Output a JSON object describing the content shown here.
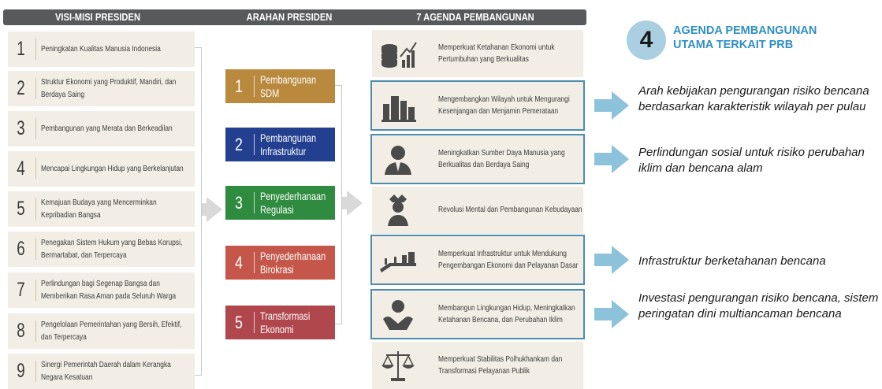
{
  "headers": {
    "visi_misi": "VISI-MISI PRESIDEN",
    "arahan": "ARAHAN PRESIDEN",
    "agenda": "7 AGENDA PEMBANGUNAN"
  },
  "visi_misi": [
    {
      "num": "1",
      "text": "Peningkatan Kualitas Manusia Indonesia"
    },
    {
      "num": "2",
      "text": "Struktur Ekonomi yang Produktif, Mandiri, dan Berdaya Saing"
    },
    {
      "num": "3",
      "text": "Pembangunan yang Merata dan Berkeadilan"
    },
    {
      "num": "4",
      "text": "Mencapai Lingkungan Hidup yang Berkelanjutan"
    },
    {
      "num": "5",
      "text": "Kemajuan Budaya yang Mencerminkan Kepribadian Bangsa"
    },
    {
      "num": "6",
      "text": "Penegakan Sistem Hukum yang Bebas Korupsi, Bermartabat, dan Terpercaya"
    },
    {
      "num": "7",
      "text": "Perlindungan bagi Segenap Bangsa dan Memberikan Rasa Aman pada Seluruh Warga"
    },
    {
      "num": "8",
      "text": "Pengelolaan Pemerintahan yang Bersih, Efektif, dan Terpercaya"
    },
    {
      "num": "9",
      "text": "Sinergi Pemerintah Daerah dalam Kerangka Negara Kesatuan"
    }
  ],
  "arahan": [
    {
      "num": "1",
      "line1": "Pembangunan",
      "line2": "SDM",
      "color": "#b98a3e"
    },
    {
      "num": "2",
      "line1": "Pembangunan",
      "line2": "Infrastruktur",
      "color": "#233f8f"
    },
    {
      "num": "3",
      "line1": "Penyederhanaan",
      "line2": "Regulasi",
      "color": "#2e8b3f"
    },
    {
      "num": "4",
      "line1": "Penyederhanaan",
      "line2": "Birokrasi",
      "color": "#c5574a"
    },
    {
      "num": "5",
      "line1": "Transformasi",
      "line2": "Ekonomi",
      "color": "#b0474d"
    }
  ],
  "agenda": [
    {
      "text": "Memperkuat Ketahanan Ekonomi untuk Pertumbuhan yang Berkualitas",
      "icon": "economy-growth-icon",
      "highlight": false
    },
    {
      "text": "Mengembangkan Wilayah untuk Mengurangi Kesenjangan dan Menjamin Pemerataan",
      "icon": "city-buildings-icon",
      "highlight": true
    },
    {
      "text": "Meningkatkan Sumber Daya Manusia yang Berkualitas dan Berdaya Saing",
      "icon": "person-icon",
      "highlight": true
    },
    {
      "text": "Revolusi Mental dan Pembangunan Kebudayaan",
      "icon": "culture-figure-icon",
      "highlight": false
    },
    {
      "text": "Memperkuat Infrastruktur untuk Mendukung Pengembangan Ekonomi dan Pelayanan Dasar",
      "icon": "infrastructure-icon",
      "highlight": true
    },
    {
      "text": "Membangun Lingkungan Hidup, Meningkatkan Ketahanan Bencana, dan Perubahan Iklim",
      "icon": "environment-hands-icon",
      "highlight": true
    },
    {
      "text": "Memperkuat Stabilitas Polhukhankam dan Transformasi Pelayanan Publik",
      "icon": "justice-scale-icon",
      "highlight": false
    }
  ],
  "prb": {
    "number": "4",
    "title_line1": "AGENDA PEMBANGUNAN",
    "title_line2": "UTAMA TERKAIT PRB"
  },
  "notes": [
    {
      "text": "Arah kebijakan pengurangan risiko bencana berdasarkan karakteristik wilayah per pulau"
    },
    {
      "text": "Perlindungan sosial untuk risiko perubahan iklim dan bencana alam"
    },
    {
      "text": "Infrastruktur berketahanan bencana"
    },
    {
      "text": "Investasi pengurangan risiko bencana, sistem peringatan dini multiancaman bencana"
    }
  ],
  "colors": {
    "header": "#58595b",
    "row_bg": "#f2eee5",
    "highlight": "#4a8dac",
    "arrow_blue": "#8cc3da",
    "icon_dark": "#4b4b4b"
  }
}
